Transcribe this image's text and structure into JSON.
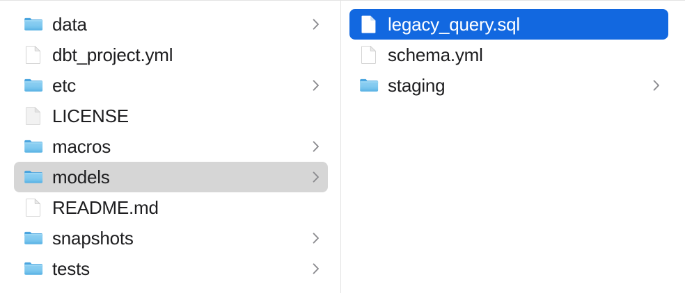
{
  "app": {
    "name": "Finder",
    "view_mode": "column",
    "background_color": "#ffffff",
    "selection_color_active": "#1268e0",
    "selection_color_inactive": "#d6d6d6",
    "text_color": "#1d1d1f",
    "text_color_selected": "#ffffff",
    "divider_color": "#e2e2e2"
  },
  "columns": [
    {
      "name": "project-root-column",
      "items": [
        {
          "label": "data",
          "kind": "folder",
          "icon": "folder-icon",
          "has_chevron": true,
          "selected": false,
          "selection_style": "none"
        },
        {
          "label": "dbt_project.yml",
          "kind": "file",
          "icon": "document-icon",
          "has_chevron": false,
          "selected": false,
          "selection_style": "none"
        },
        {
          "label": "etc",
          "kind": "folder",
          "icon": "folder-icon",
          "has_chevron": true,
          "selected": false,
          "selection_style": "none"
        },
        {
          "label": "LICENSE",
          "kind": "file",
          "icon": "plain-document-icon",
          "has_chevron": false,
          "selected": false,
          "selection_style": "none"
        },
        {
          "label": "macros",
          "kind": "folder",
          "icon": "folder-icon",
          "has_chevron": true,
          "selected": false,
          "selection_style": "none"
        },
        {
          "label": "models",
          "kind": "folder",
          "icon": "folder-icon",
          "has_chevron": true,
          "selected": true,
          "selection_style": "gray"
        },
        {
          "label": "README.md",
          "kind": "file",
          "icon": "document-icon",
          "has_chevron": false,
          "selected": false,
          "selection_style": "none"
        },
        {
          "label": "snapshots",
          "kind": "folder",
          "icon": "folder-icon",
          "has_chevron": true,
          "selected": false,
          "selection_style": "none"
        },
        {
          "label": "tests",
          "kind": "folder",
          "icon": "folder-icon",
          "has_chevron": true,
          "selected": false,
          "selection_style": "none"
        }
      ]
    },
    {
      "name": "models-folder-column",
      "items": [
        {
          "label": "legacy_query.sql",
          "kind": "file",
          "icon": "document-icon",
          "has_chevron": false,
          "selected": true,
          "selection_style": "blue"
        },
        {
          "label": "schema.yml",
          "kind": "file",
          "icon": "document-icon",
          "has_chevron": false,
          "selected": false,
          "selection_style": "none"
        },
        {
          "label": "staging",
          "kind": "folder",
          "icon": "folder-icon",
          "has_chevron": true,
          "selected": false,
          "selection_style": "none"
        }
      ]
    }
  ]
}
